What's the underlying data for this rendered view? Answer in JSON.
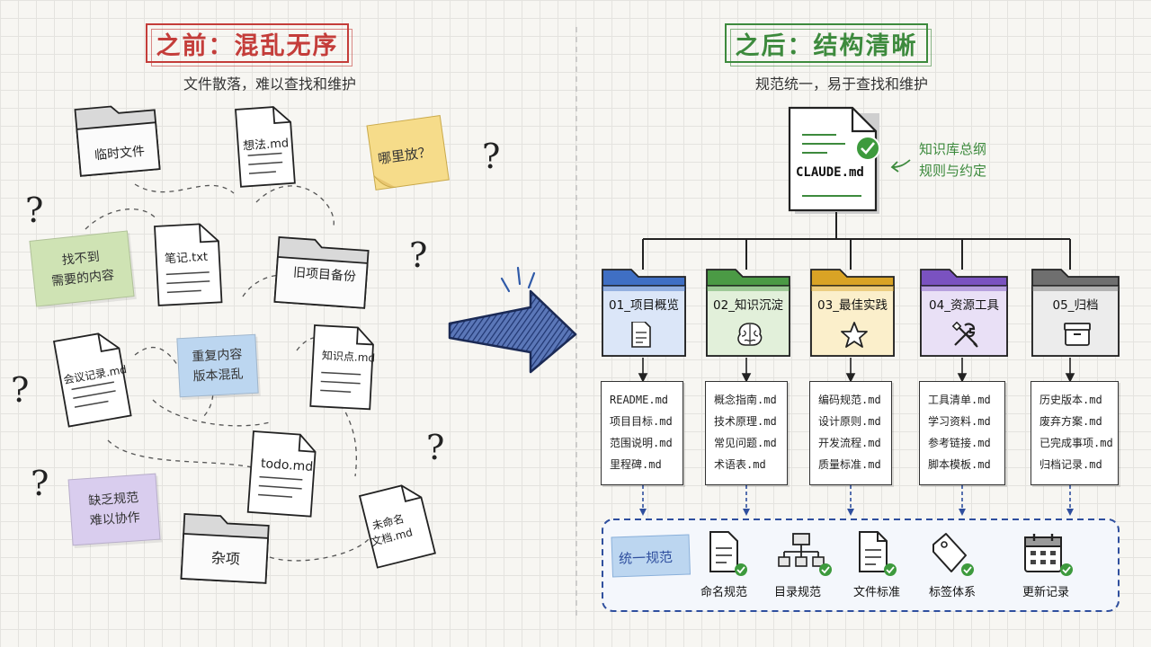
{
  "left": {
    "title": "之前：混乱无序",
    "subtitle": "文件散落，难以查找和维护",
    "title_color": "#c43d3a",
    "folders": [
      "临时文件",
      "旧项目备份",
      "杂项"
    ],
    "files": [
      "想法.md",
      "笔记.txt",
      "会议记录.md",
      "知识点.md",
      "todo.md",
      "未命名\n文档.md"
    ],
    "notes": [
      {
        "text": "哪里放？",
        "color": "#f6dc8a"
      },
      {
        "text": "找不到\n需要的内容",
        "color": "#cfe3b4"
      },
      {
        "text": "重复内容\n版本混乱",
        "color": "#bcd6f0"
      },
      {
        "text": "缺乏规范\n难以协作",
        "color": "#d9cdee"
      }
    ],
    "question_mark": "?"
  },
  "right": {
    "title": "之后：结构清晰",
    "subtitle": "规范统一，易于查找和维护",
    "title_color": "#3d8a3d",
    "root": {
      "name": "CLAUDE.md",
      "annotation": "知识库总纲\n规则与约定",
      "annotation_color": "#3d8a3d"
    },
    "folders": [
      {
        "name": "01_项目概览",
        "icon": "document-icon",
        "color": "#3f6fc4",
        "tint": "#dbe6f8",
        "files": [
          "README.md",
          "项目目标.md",
          "范围说明.md",
          "里程碑.md"
        ]
      },
      {
        "name": "02_知识沉淀",
        "icon": "brain-icon",
        "color": "#4b9a45",
        "tint": "#e2f0da",
        "files": [
          "概念指南.md",
          "技术原理.md",
          "常见问题.md",
          "术语表.md"
        ]
      },
      {
        "name": "03_最佳实践",
        "icon": "star-icon",
        "color": "#d9a325",
        "tint": "#fbefcb",
        "files": [
          "编码规范.md",
          "设计原则.md",
          "开发流程.md",
          "质量标准.md"
        ]
      },
      {
        "name": "04_资源工具",
        "icon": "tools-icon",
        "color": "#7a52c0",
        "tint": "#e9e0f6",
        "files": [
          "工具清单.md",
          "学习资料.md",
          "参考链接.md",
          "脚本模板.md"
        ]
      },
      {
        "name": "05_归档",
        "icon": "archive-box-icon",
        "color": "#6f6f6f",
        "tint": "#ececec",
        "files": [
          "历史版本.md",
          "废弃方案.md",
          "已完成事项.md",
          "归档记录.md"
        ]
      }
    ],
    "standards": {
      "label": "统一规范",
      "items": [
        {
          "label": "命名规范",
          "icon": "document-icon"
        },
        {
          "label": "目录规范",
          "icon": "hierarchy-icon"
        },
        {
          "label": "文件标准",
          "icon": "file-standard-icon"
        },
        {
          "label": "标签体系",
          "icon": "tag-icon"
        },
        {
          "label": "更新记录",
          "icon": "calendar-icon"
        }
      ]
    }
  }
}
